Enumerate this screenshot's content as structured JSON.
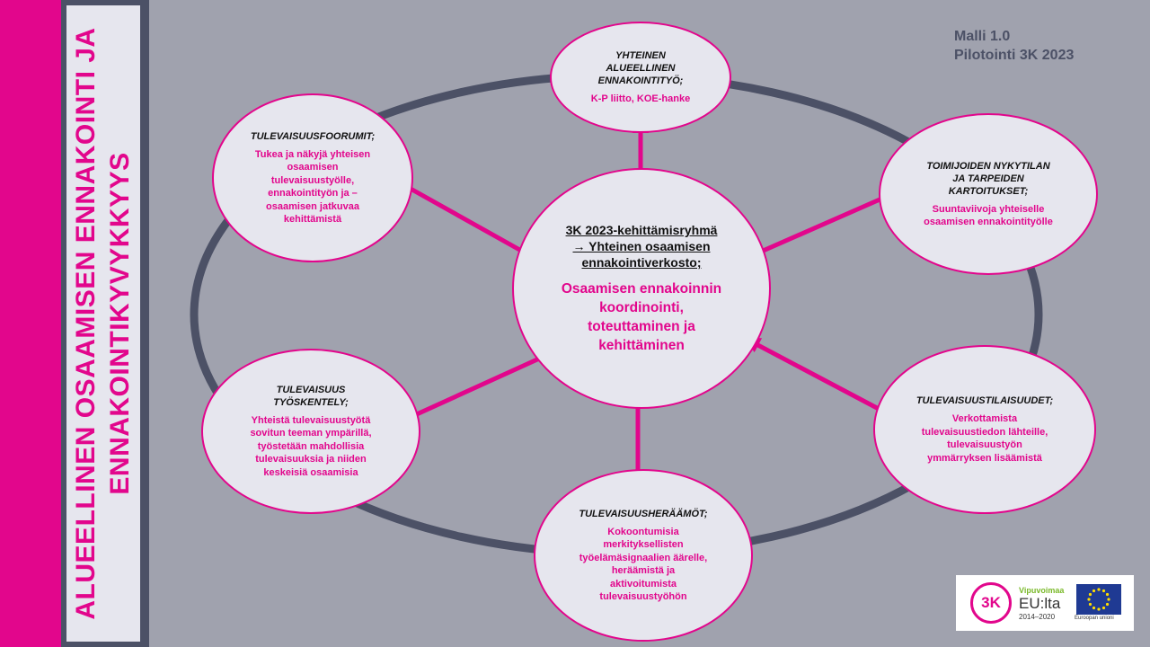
{
  "side_title": {
    "line1": "ALUEELLINEN OSAAMISEN ENNAKOINTI JA",
    "line2": "ENNAKOINTIKYVYKKYYS"
  },
  "model": {
    "version": "Malli 1.0",
    "pilot": "Pilotointi 3K 2023"
  },
  "center": {
    "heading": "3K 2023-kehittämisryhmä\n→ Yhteinen osaamisen\nennakointiverkosto;",
    "text": "Osaamisen ennakoinnin\nkoordinointi,\ntoteuttaminen ja\nkehittäminen"
  },
  "nodes": {
    "top": {
      "heading": "YHTEINEN\nALUEELLINEN\nENNAKOINTITYÖ;",
      "text": "K-P liitto, KOE-hanke"
    },
    "top_left": {
      "heading": "TULEVAISUUSFOORUMIT;",
      "text": "Tukea ja näkyjä yhteisen\nosaamisen\ntulevaisuustyölle,\nennakointityön ja –\nosaamisen jatkuvaa\nkehittämistä"
    },
    "top_right": {
      "heading": "TOIMIJOIDEN NYKYTILAN\nJA TARPEIDEN\nKARTOITUKSET;",
      "text": "Suuntaviivoja yhteiselle\nosaamisen ennakointityölle"
    },
    "bottom_left": {
      "heading": "TULEVAISUUS\nTYÖSKENTELY;",
      "text": "Yhteistä tulevaisuustyötä\nsovitun teeman ympärillä,\ntyöstetään mahdollisia\ntulevaisuuksia ja niiden\nkeskeisiä osaamisia"
    },
    "bottom_right": {
      "heading": "TULEVAISUUSTILAISUUDET;",
      "text": "Verkottamista\ntulevaisuustiedon lähteille,\ntulevaisuustyön\nymmärryksen lisäämistä"
    },
    "bottom": {
      "heading": "TULEVAISUUSHERÄÄMÖT;",
      "text": "Kokoontumisia\nmerkityksellisten\ntyöelämäsignaalien äärelle,\nheräämistä ja\naktivoitumista\ntulevaisuustyöhön"
    }
  },
  "logos": {
    "logo_3k": "3K",
    "vipuvoimaa": "Vipuvoimaa",
    "eu_lta": "EU:lta",
    "years": "2014–2020",
    "eu_label": "Euroopan unioni"
  },
  "colors": {
    "accent": "#e2068c",
    "background": "#a0a2ae",
    "ring": "#4c5166",
    "bubble": "#e6e6ee"
  }
}
